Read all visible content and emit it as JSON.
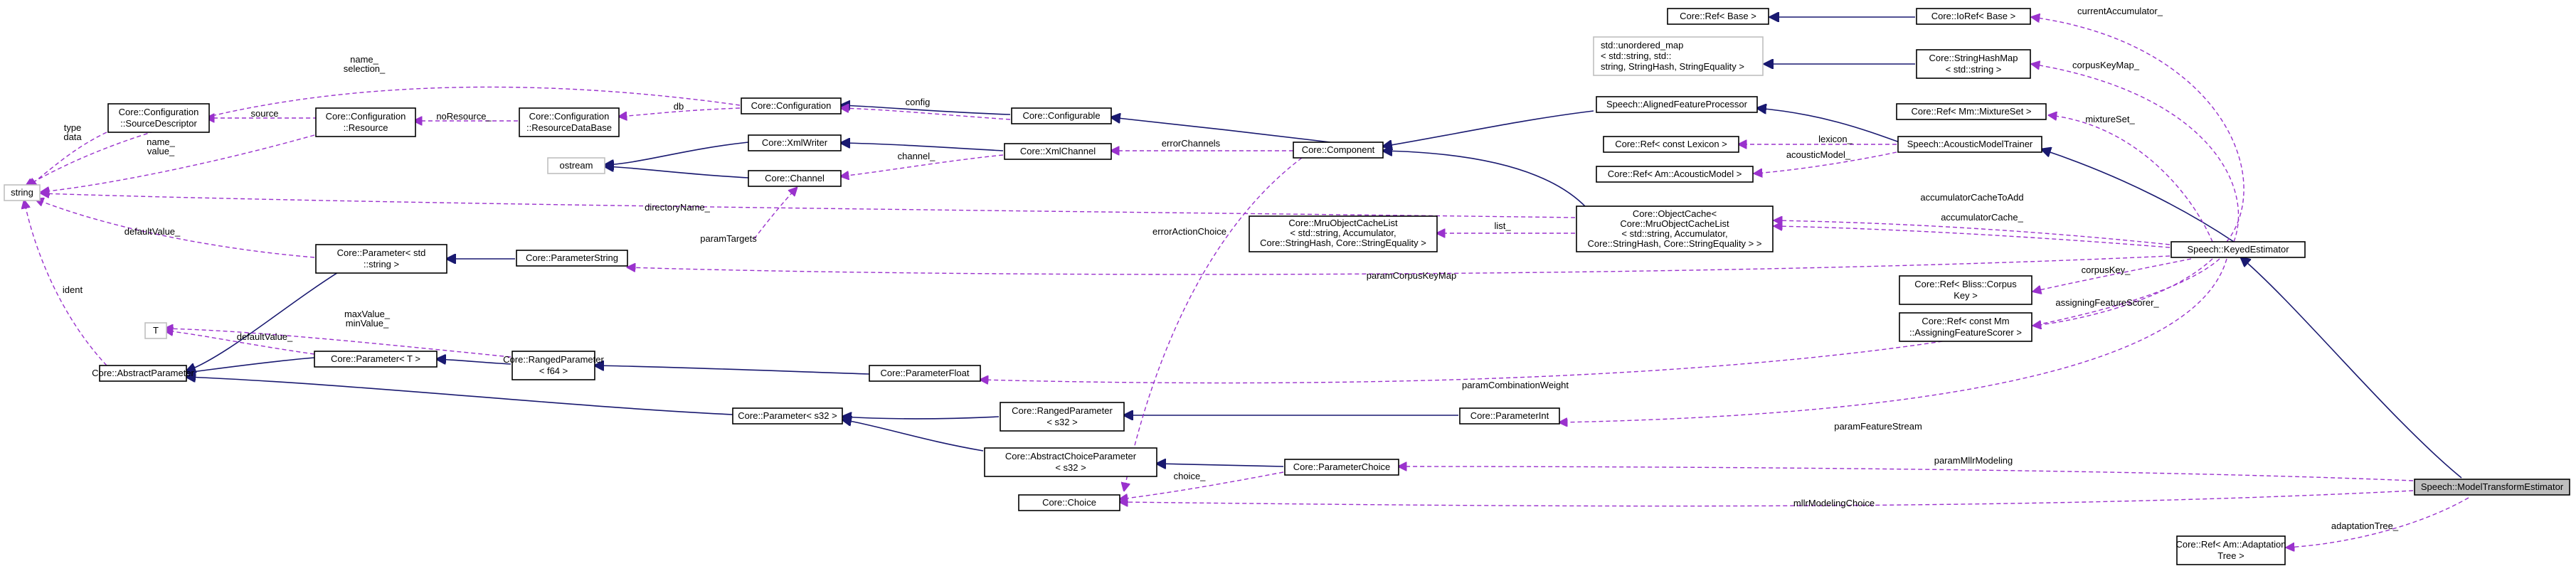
{
  "nodes": {
    "string": [
      "string"
    ],
    "source_descriptor": [
      "Core::Configuration",
      "::SourceDescriptor"
    ],
    "configuration_resource": [
      "Core::Configuration",
      "::Resource"
    ],
    "resource_database": [
      "Core::Configuration",
      "::ResourceDataBase"
    ],
    "configuration": [
      "Core::Configuration"
    ],
    "configurable": [
      "Core::Configurable"
    ],
    "component": [
      "Core::Component"
    ],
    "ostream": [
      "ostream"
    ],
    "xml_writer": [
      "Core::XmlWriter"
    ],
    "channel": [
      "Core::Channel"
    ],
    "xml_channel": [
      "Core::XmlChannel"
    ],
    "parameter_string_tmpl": [
      "Core::Parameter< std",
      "::string >"
    ],
    "parameter_string": [
      "Core::ParameterString"
    ],
    "t": [
      "T"
    ],
    "parameter_t": [
      "Core::Parameter< T >"
    ],
    "abstract_parameter": [
      "Core::AbstractParameter"
    ],
    "ranged_f64": [
      "Core::RangedParameter",
      "< f64 >"
    ],
    "parameter_float": [
      "Core::ParameterFloat"
    ],
    "parameter_s32": [
      "Core::Parameter< s32 >"
    ],
    "ranged_s32": [
      "Core::RangedParameter",
      "< s32 >"
    ],
    "parameter_int": [
      "Core::ParameterInt"
    ],
    "abstract_choice_s32": [
      "Core::AbstractChoiceParameter",
      "< s32 >"
    ],
    "parameter_choice": [
      "Core::ParameterChoice"
    ],
    "choice": [
      "Core::Choice"
    ],
    "mru_cache_list": [
      "Core::MruObjectCacheList",
      "< std::string, Accumulator,",
      "Core::StringHash, Core::StringEquality >"
    ],
    "object_cache": [
      "Core::ObjectCache<",
      "Core::MruObjectCacheList",
      "< std::string, Accumulator,",
      "Core::StringHash, Core::StringEquality > >"
    ],
    "ref_base": [
      "Core::Ref< Base >"
    ],
    "ioref_base": [
      "Core::IoRef< Base >"
    ],
    "unordered_map": [
      "std::unordered_map",
      "< std::string, std::",
      "string, StringHash, StringEquality >"
    ],
    "string_hash_map": [
      "Core::StringHashMap",
      "< std::string >"
    ],
    "aligned_feature_processor": [
      "Speech::AlignedFeatureProcessor"
    ],
    "ref_mixture_set": [
      "Core::Ref< Mm::MixtureSet >"
    ],
    "ref_lexicon": [
      "Core::Ref< const Lexicon >"
    ],
    "acoustic_model_trainer": [
      "Speech::AcousticModelTrainer"
    ],
    "ref_acoustic_model": [
      "Core::Ref< Am::AcousticModel >"
    ],
    "keyed_estimator": [
      "Speech::KeyedEstimator"
    ],
    "ref_corpus_key": [
      "Core::Ref< Bliss::Corpus",
      "Key >"
    ],
    "ref_assigning_scorer": [
      "Core::Ref< const Mm",
      "::AssigningFeatureScorer >"
    ],
    "model_transform_estimator": [
      "Speech::ModelTransformEstimator"
    ],
    "ref_adaptation_tree": [
      "Core::Ref< Am::Adaptation",
      "Tree >"
    ]
  },
  "edge_labels": {
    "name_selection": [
      "name_",
      "selection_"
    ],
    "type_data": [
      "type",
      "data"
    ],
    "source": [
      "source"
    ],
    "no_resource": [
      "noResource_"
    ],
    "name_value": [
      "name_",
      "value_"
    ],
    "db": [
      "db"
    ],
    "config": [
      "config"
    ],
    "error_channels": [
      "errorChannels"
    ],
    "channel": [
      "channel_"
    ],
    "directory_name": [
      "directoryName_"
    ],
    "default_value_str": [
      "defaultValue_"
    ],
    "param_targets": [
      "paramTargets"
    ],
    "ident": [
      "ident"
    ],
    "max_min": [
      "maxValue_",
      "minValue_"
    ],
    "default_value_t": [
      "defaultValue_"
    ],
    "error_action_choice": [
      "errorActionChoice"
    ],
    "list": [
      "list_"
    ],
    "choice": [
      "choice_"
    ],
    "current_accumulator": [
      "currentAccumulator_"
    ],
    "corpus_key_map": [
      "corpusKeyMap_"
    ],
    "mixture_set": [
      "mixtureSet_"
    ],
    "lexicon": [
      "lexicon_"
    ],
    "acoustic_model": [
      "acousticModel_"
    ],
    "accumulator_cache_to_add": [
      "accumulatorCacheToAdd"
    ],
    "accumulator_cache": [
      "accumulatorCache_"
    ],
    "param_corpus_key_map": [
      "paramCorpusKeyMap"
    ],
    "corpus_key": [
      "corpusKey_"
    ],
    "assigning_feature_scorer": [
      "assigningFeatureScorer_"
    ],
    "param_combination_weight": [
      "paramCombinationWeight"
    ],
    "param_feature_stream": [
      "paramFeatureStream"
    ],
    "param_mllr_modeling": [
      "paramMllrModeling"
    ],
    "mllr_modeling_choice": [
      "mllrModelingChoice"
    ],
    "adaptation_tree": [
      "adaptationTree_"
    ]
  },
  "colors": {
    "inheritance": "#191970",
    "usage": "#9a32cd",
    "highlight_fill": "#bfbfbf",
    "grey_border": "#bfbfbf"
  }
}
